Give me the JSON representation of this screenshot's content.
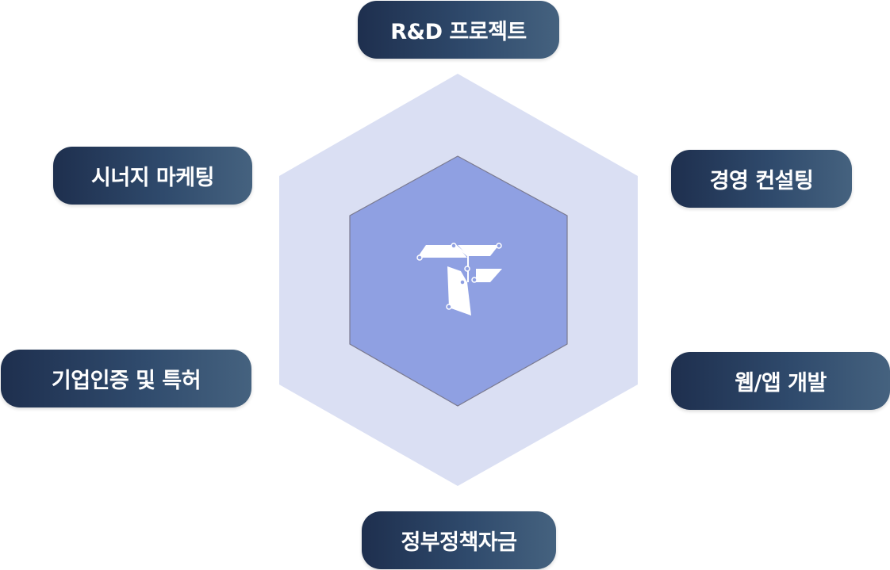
{
  "diagram": {
    "center_logo": "T-logo-icon",
    "services": {
      "rnd": "R&D 프로젝트",
      "synergy_marketing": "시너지 마케팅",
      "management_consulting": "경영 컨설팅",
      "certification_patent": "기업인증 및 특허",
      "web_app_dev": "웹/앱 개발",
      "gov_funding": "정부정책자금"
    }
  },
  "colors": {
    "outer_hex": "#dadff3",
    "inner_hex": "#8fa0e2",
    "inner_hex_stroke": "#7a7a90",
    "pill_start": "#1e2f4e",
    "pill_end": "#45627f",
    "logo": "#ffffff"
  }
}
